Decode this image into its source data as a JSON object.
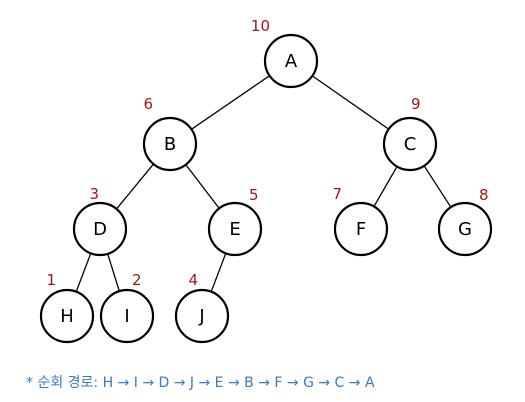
{
  "tree": {
    "nodes": [
      {
        "id": "A",
        "letter": "A",
        "order": "10"
      },
      {
        "id": "B",
        "letter": "B",
        "order": "6"
      },
      {
        "id": "C",
        "letter": "C",
        "order": "9"
      },
      {
        "id": "D",
        "letter": "D",
        "order": "3"
      },
      {
        "id": "E",
        "letter": "E",
        "order": "5"
      },
      {
        "id": "F",
        "letter": "F",
        "order": "7"
      },
      {
        "id": "G",
        "letter": "G",
        "order": "8"
      },
      {
        "id": "H",
        "letter": "H",
        "order": "1"
      },
      {
        "id": "I",
        "letter": "I",
        "order": "2"
      },
      {
        "id": "J",
        "letter": "J",
        "order": "4"
      }
    ],
    "edges": [
      [
        "A",
        "B"
      ],
      [
        "A",
        "C"
      ],
      [
        "B",
        "D"
      ],
      [
        "B",
        "E"
      ],
      [
        "C",
        "F"
      ],
      [
        "C",
        "G"
      ],
      [
        "D",
        "H"
      ],
      [
        "D",
        "I"
      ],
      [
        "E",
        "J"
      ]
    ]
  },
  "caption": {
    "text": "* 순회 경로: H → I → D → J → E → B → F → G → C → A"
  },
  "colors": {
    "order_label": "#a01818",
    "caption": "#3b79c3",
    "node_stroke": "#000000"
  }
}
